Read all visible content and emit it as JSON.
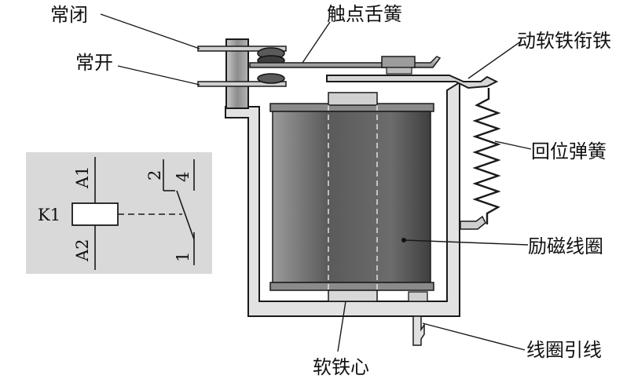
{
  "labels": {
    "normally_closed": "常闭",
    "normally_open": "常开",
    "contact_reed": "触点舌簧",
    "movable_armature": "动软铁衔铁",
    "return_spring": "回位弹簧",
    "excitation_coil": "励磁线圈",
    "coil_lead": "线圈引线",
    "soft_iron_core": "软铁心"
  },
  "symbol": {
    "relay_name": "K1",
    "coil_terminal_top": "A1",
    "coil_terminal_bottom": "A2",
    "contact_2": "2",
    "contact_4": "4",
    "contact_1": "1"
  },
  "colors": {
    "coil_light": "#b8b8b8",
    "coil_dark": "#4a4a4a",
    "frame_fill": "#e2e2e2",
    "symbol_box": "#d9d9d9"
  }
}
